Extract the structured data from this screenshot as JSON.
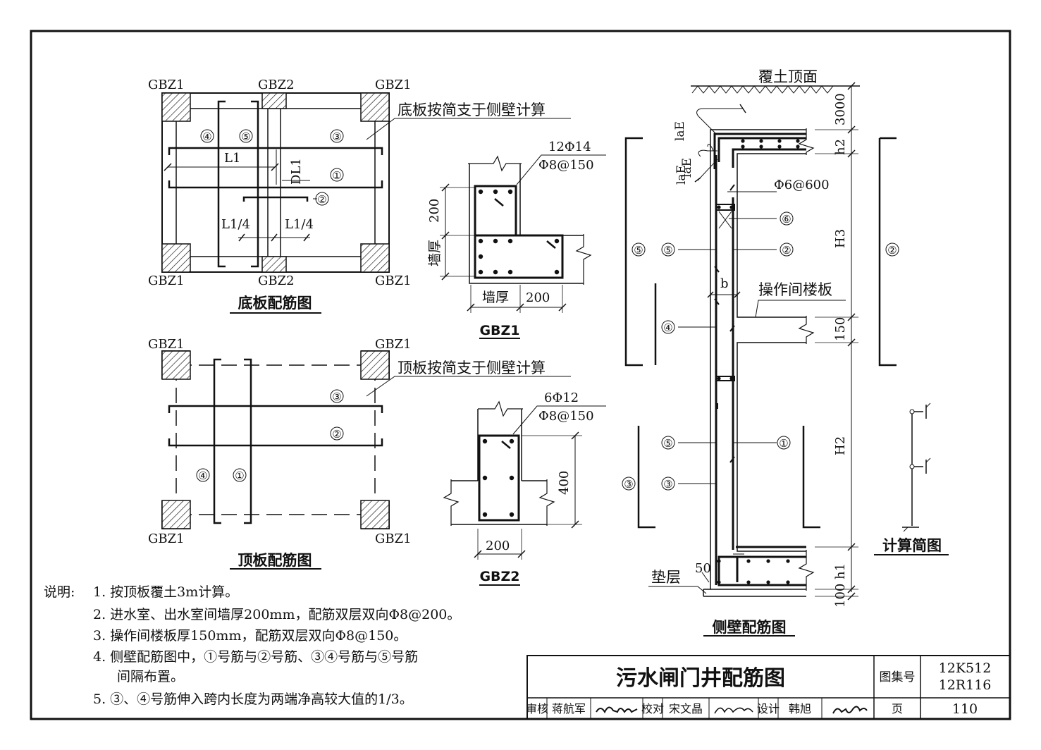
{
  "bottom_plan": {
    "gbz1_tl": "GBZ1",
    "gbz2_top": "GBZ2",
    "gbz1_tr": "GBZ1",
    "gbz1_bl": "GBZ1",
    "gbz2_bot": "GBZ2",
    "gbz1_br": "GBZ1",
    "note": "底板按简支于侧壁计算",
    "mark4": "④",
    "mark5": "⑤",
    "mark3": "③",
    "mark1": "①",
    "mark2": "②",
    "l1": "L1",
    "dl1": "DL1",
    "l1q_left": "L1/4",
    "l1q_right": "L1/4",
    "title": "底板配筋图"
  },
  "top_plan": {
    "gbz1_tl": "GBZ1",
    "gbz1_tr": "GBZ1",
    "gbz1_bl": "GBZ1",
    "gbz1_br": "GBZ1",
    "note": "顶板按简支于侧壁计算",
    "mark3": "③",
    "mark2": "②",
    "mark4": "④",
    "mark1": "①",
    "title": "顶板配筋图"
  },
  "gbz1": {
    "bars": "12Φ14",
    "stirrup": "Φ8@150",
    "dim_200_v": "200",
    "wall": "墙厚",
    "dim_wall": "墙厚",
    "dim_200_h": "200",
    "title": "GBZ1"
  },
  "gbz2": {
    "bars": "6Φ12",
    "stirrup": "Φ8@150",
    "dim_400": "400",
    "dim_200": "200",
    "title": "GBZ2"
  },
  "section": {
    "soil_top": "覆土顶面",
    "dim_3000": "3000",
    "dim_h2": "h2",
    "dim_h3": "H3",
    "dim_150": "150",
    "dim_H2": "H2",
    "dim_h1": "h1",
    "dim_100": "100",
    "lae1": "laE",
    "lae2": "laE",
    "lae3": "laE",
    "phi6": "Φ6@600",
    "mark6": "⑥",
    "mark5_left": "⑤",
    "mark5": "⑤",
    "mark2": "②",
    "mark2_right": "②",
    "b": "b",
    "op_slab": "操作间楼板",
    "mark4": "④",
    "mark5_low": "⑤",
    "mark1": "①",
    "mark3_left": "③",
    "mark3": "③",
    "cushion": "垫层",
    "dim_50": "50",
    "title": "侧壁配筋图"
  },
  "calc": {
    "title": "计算简图"
  },
  "notes": {
    "label": "说明:",
    "items": [
      "1. 按顶板覆土3m计算。",
      "2. 进水室、出水室间墙厚200mm，配筋双层双向Φ8@200。",
      "3. 操作间楼板厚150mm，配筋双层双向Φ8@150。",
      "4. 侧壁配筋图中，①号筋与②号筋、③④号筋与⑤号筋",
      "间隔布置。",
      "5. ③、④号筋伸入跨内长度为两端净高较大值的1/3。"
    ]
  },
  "title_block": {
    "title": "污水闸门井配筋图",
    "atlas_label": "图集号",
    "atlas_no1": "12K512",
    "atlas_no2": "12R116",
    "review_label": "审核",
    "reviewer": "蒋航军",
    "check_label": "校对",
    "checker": "宋文晶",
    "design_label": "设计",
    "designer": "韩旭",
    "page_label": "页",
    "page_no": "110"
  }
}
